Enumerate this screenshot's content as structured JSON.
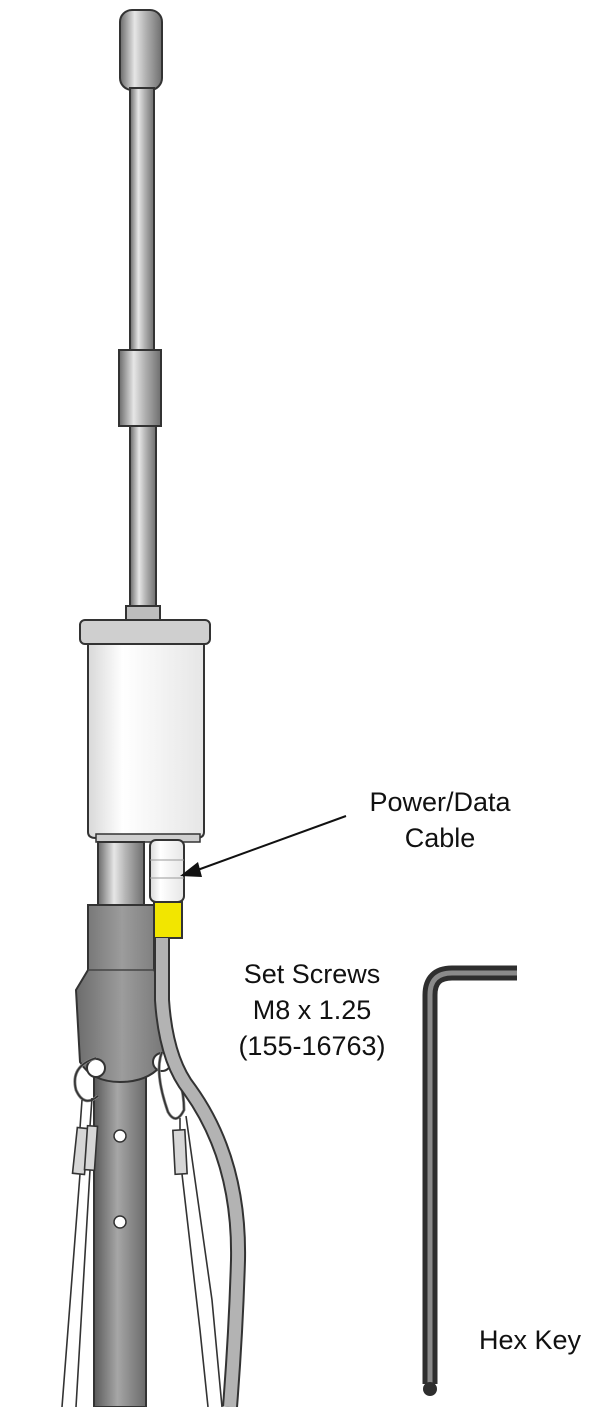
{
  "callouts": {
    "power_data_cable": [
      "Power/Data",
      "Cable"
    ],
    "set_screws": [
      "Set Screws",
      "M8 x 1.25",
      "(155-16763)"
    ],
    "hex_key": "Hex Key"
  },
  "colors": {
    "metal_dark": "#5f5f5f",
    "metal_mid": "#9a9a9a",
    "metal_light": "#e8e8e8",
    "housing": "#f4f4f4",
    "clamp": "#8a8a8a",
    "connector_band": "#f2e600",
    "cable": "#a9a9a9",
    "hex_key": "#2e2e2e",
    "line": "#1a1a1a"
  }
}
